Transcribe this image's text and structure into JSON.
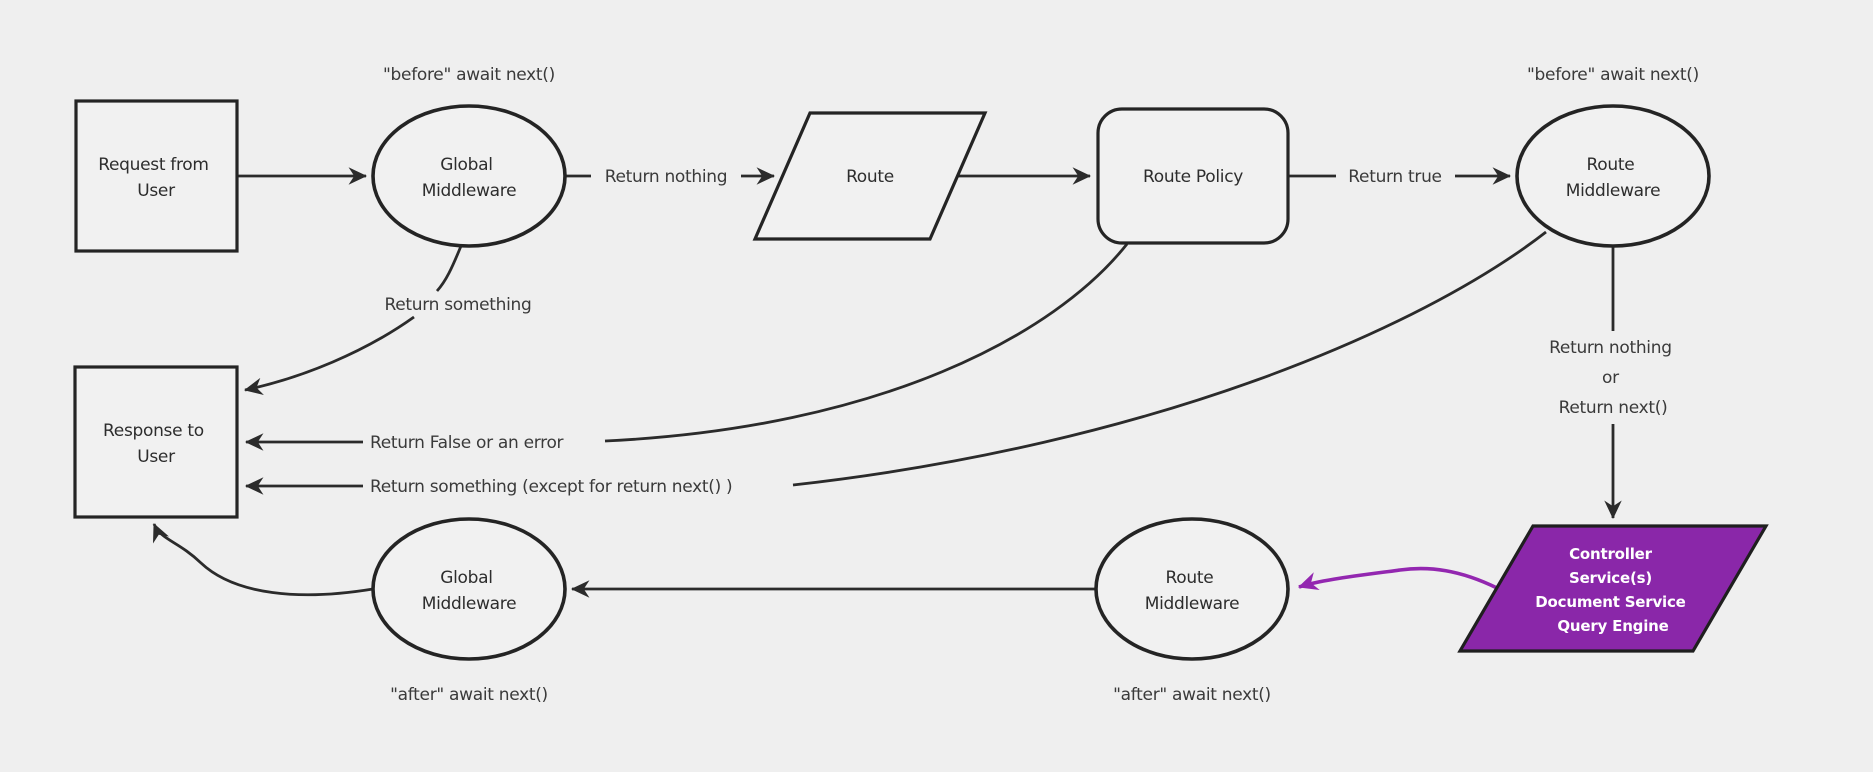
{
  "colors": {
    "background": "#efefef",
    "node_fill": "#f1f1f1",
    "line": "#2b2b2b",
    "purple_fill": "#8a27a9",
    "purple_line": "#9327b0",
    "purple_text": "#ffffff"
  },
  "nodes": {
    "request": {
      "line1": "Request from",
      "line2": "User"
    },
    "global_middleware_top": {
      "line1": "Global",
      "line2": "Middleware"
    },
    "route": {
      "label": "Route"
    },
    "route_policy": {
      "label": "Route Policy"
    },
    "route_middleware_top": {
      "line1": "Route",
      "line2": "Middleware"
    },
    "response": {
      "line1": "Response to",
      "line2": "User"
    },
    "controller_services": {
      "line1": "Controller",
      "line2": "Service(s)",
      "line3": "Document Service",
      "line4": "Query Engine"
    },
    "route_middleware_bottom": {
      "line1": "Route",
      "line2": "Middleware"
    },
    "global_middleware_bottom": {
      "line1": "Global",
      "line2": "Middleware"
    }
  },
  "edge_labels": {
    "before_await_left": "\"before\" await next()",
    "before_await_right": "\"before\" await next()",
    "return_nothing": "Return nothing",
    "return_true": "Return true",
    "return_something": "Return something",
    "return_false_or_error": "Return False or an error",
    "return_something_except": "Return something (except for return next() )",
    "return_nothing_or_1": "Return nothing",
    "return_nothing_or_2": "or",
    "return_nothing_or_3": "Return next()",
    "after_await_left": "\"after\" await next()",
    "after_await_right": "\"after\" await next()"
  }
}
